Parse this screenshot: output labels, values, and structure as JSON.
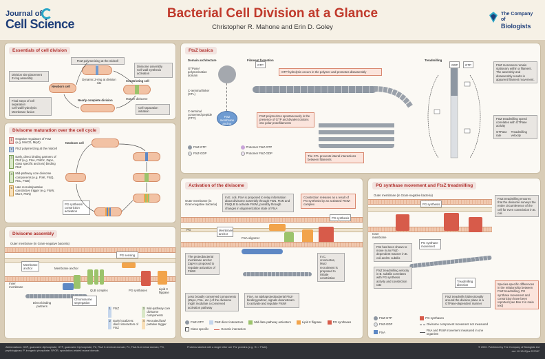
{
  "header": {
    "journal_top": "Journal of",
    "journal_main": "Cell Science",
    "title": "Bacterial Cell Division at a Glance",
    "authors": "Christopher R. Mahone and Erin D. Goley",
    "publisher_top": "The Company of",
    "publisher_main": "Biologists"
  },
  "essentials": {
    "title": "Essentials of cell division",
    "left_box": [
      "Division site placement",
      "Z-ring assembly"
    ],
    "top_label": "FtsZ polymerizing at the midcell",
    "dynamic_label": "Dynamic Z-ring at division site",
    "right_top_box": [
      "Divisome assembly",
      "Cell wall synthesis activation"
    ],
    "newborn": "Newborn cell",
    "constricting": "Constricting cell",
    "mature": "Mature divisome",
    "nearly": "Nearly complete division",
    "bottom_left_box": [
      "Final steps of cell separation",
      "Cell wall hydrolysis",
      "Membrane fusion"
    ],
    "bottom_right_box": "Cell separation initiation"
  },
  "maturation": {
    "title": "Divisome maturation over the cell cycle",
    "legend": [
      {
        "num": "1",
        "text": "Negative regulators of FtsZ (e.g. MinCD, MipZ)"
      },
      {
        "num": "2",
        "text": "FtsZ polymerizing at the midcell"
      },
      {
        "num": "3",
        "text": "Early, direct binding partners of FtsZ (e.g. FtsA, FtsEX, ZapA, class specific anchors) binding FtsZ"
      },
      {
        "num": "4",
        "text": "Mid-pathway core divisome components (e.g. FtsK, FtsQ, FtsL, FtsB)"
      },
      {
        "num": "5",
        "text": "Late recruits/putative constrictive trigger (e.g. FtsW, MurJ, FtsN)"
      }
    ],
    "newborn": "Newborn cell",
    "pg_label": "PG synthesis/ constriction activation"
  },
  "assembly": {
    "title": "Divisome assembly",
    "outer": "Outer membrane (in Gram-negative bacteria)",
    "pg": "PG",
    "membrane_anchor": "Membrane anchor",
    "membrane_anchor2": "Membrane anchor",
    "inner": "Inner membrane",
    "pg_sensing": "PG sensing",
    "direct": "Direct binding partners",
    "qlb": "QLB complex",
    "chromosome": "Chromosome segregation",
    "pg_synthases": "PG synthases",
    "lipid": "Lipid II flippase",
    "key": [
      {
        "num": "1",
        "text": "FtsZ"
      },
      {
        "num": "2",
        "text": "Early localizers: direct interactors of FtsZ"
      },
      {
        "num": "3",
        "text": "Mid-pathway core divisome components"
      },
      {
        "num": "4",
        "text": "Recruited last/ putative trigger"
      }
    ]
  },
  "ftsz": {
    "title": "FtsZ basics",
    "domain_arch": "Domain architecture",
    "filament": "Filament formation",
    "treadmilling": "Treadmilling",
    "gtp_domain": "GTPase/ polymerization domain",
    "linker": "C-terminal linker (CTL)",
    "ctc": "C-terminal conserved peptide (CTC)",
    "anchor": "FtsZ membrane anchor",
    "gtp_hydrolysis": "GTP hydrolysis occurs in the polymer and promotes disassembly",
    "spont": "FtsZ polymerizes spontaneously in the presence of GTP and divalent cations into polar protofilaments",
    "ctl_note": "The CTL prevents lateral interactions between filaments",
    "tm_note1": "FtsZ monomers remain stationary within a filament. The assembly and disassembly results in apparent filament movement.",
    "tm_note2": "FtsZ treadmilling speed correlates with GTPase activity",
    "gtpase_rate": "GTPase rate",
    "tm_velocity": "Treadmilling velocity",
    "gtp_tag": "GTP",
    "gdp_tag": "GDP",
    "legend": [
      "FtsZ-GTP",
      "FtsZ-GDP",
      "Protomer FtsZ-GTP",
      "Protomer FtsZ-GDP"
    ]
  },
  "activation": {
    "title": "Activation of the divisome",
    "outer": "Outer membrane (in Gram-negative bacteria)",
    "ecoli_note": "In E. coli, FtsA is proposed to relay information about divisome assembly through FtsN. FtsN and FtsQLB to activate FtsWI, possibly through changes in oligomerization state of FtsA",
    "constriction_note": "Constriction releases as a result of PG synthesis by an activated FtsWI complex",
    "pg_synthesis": "PG synthesis",
    "pg": "PG",
    "membrane_anchor": "Membrane anchor",
    "ftsa_oligomer": "FtsA oligomer",
    "inner": "Inner membrane",
    "caulo_note": "The proteobacterial membrane anchor ZapA is proposed to regulate activation of FtsWI",
    "ccrescentus": "In C. crescentus, MurJ recruitment is proposed to initiate constriction",
    "less_note": "Less broadly conserved components (ZapA, FtsL, etc.) of the divisome might modulate a conserved activation pathway",
    "ftsa_note": "FtsA, an alphaproteobacterial FtsZ-binding partner, signals downstream to activate and regulate FtsWI",
    "legend": [
      "FtsZ-GTP",
      "FtsZ direct interactors",
      "Mid-/late-pathway activators",
      "Lipid II flippase",
      "PG synthases",
      "Class specific",
      "Genetic interaction"
    ]
  },
  "pgsynth": {
    "title": "PG synthase movement and FtsZ treadmilling",
    "outer": "Outer membrane (in Gram-negative bacteria)",
    "pg_synthesis": "PG synthesis",
    "treadmill_note": "FtsZ treadmilling ensures that the divisome surveys the entire circumference of the cell for even constriction in E. coli",
    "pg": "PG",
    "inner": "Inner membrane",
    "pg_movement": "PG synthase movement",
    "shown_note": "FtsI has been shown to move in an FtsZ-dependent manner in E. coli and B. subtilis",
    "velocity_note": "FtsZ treadmilling velocity in B. subtilis correlates with PG synthesis activity and constriction rate",
    "direction": "Treadmilling direction",
    "bidir_note": "FtsZ treadmills bidirectionally around the division plane in a GTPase-dependent manner",
    "species_note": "Species-specific differences in the relationship between FtsZ treadmilling, PG synthase movement and constriction have been reported (see Box 2 in main text)",
    "legend": [
      "FtsZ-GTP",
      "PG synthases",
      "FtsZ-GDP",
      "Divisome component movement not measured",
      "FtsA",
      "FtsA and FtsW movement measured in one organism"
    ]
  },
  "footer": {
    "abbrev": "Abbreviations: GDP, guanosine diphosphate; GTP, guanosine triphosphate; P2, FtsA C-terminal domain; P4, FtsA N-terminal domain; PG, peptidoglycan; P, inorganic phosphate; SPOR, sporulation-related repeat domain.",
    "note": "Proteins labeled with a single letter are 'Fts' proteins (e.g. 'A' = 'FtsA').",
    "copyright": "© 2020. Published by The Company of Biologists Ltd",
    "doi": "doi: 10.1242/jcs.237057"
  }
}
